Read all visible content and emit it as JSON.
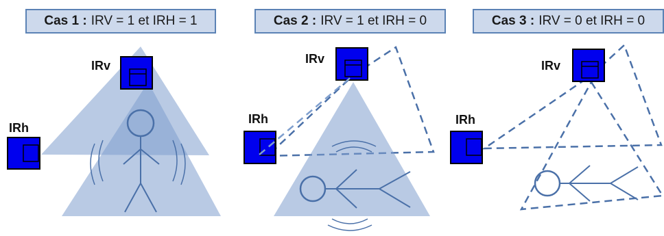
{
  "cases": [
    {
      "title_bold": "Cas 1 :",
      "title_rest": "IRV = 1 et IRH = 1",
      "label_v": "IRv",
      "label_h": "IRh"
    },
    {
      "title_bold": "Cas 2 :",
      "title_rest": "IRV = 1 et IRH = 0",
      "label_v": "IRv",
      "label_h": "IRh"
    },
    {
      "title_bold": "Cas 3 :",
      "title_rest": "IRV = 0 et IRH = 0",
      "label_v": "IRv",
      "label_h": "IRh"
    }
  ],
  "colors": {
    "sensor_fill": "#0000ee",
    "sensor_border": "#000000",
    "beam_fill": "#7f9fce",
    "figure_stroke": "#4a70a8",
    "title_bg": "#cdd9ec",
    "title_border": "#5b82b5"
  }
}
